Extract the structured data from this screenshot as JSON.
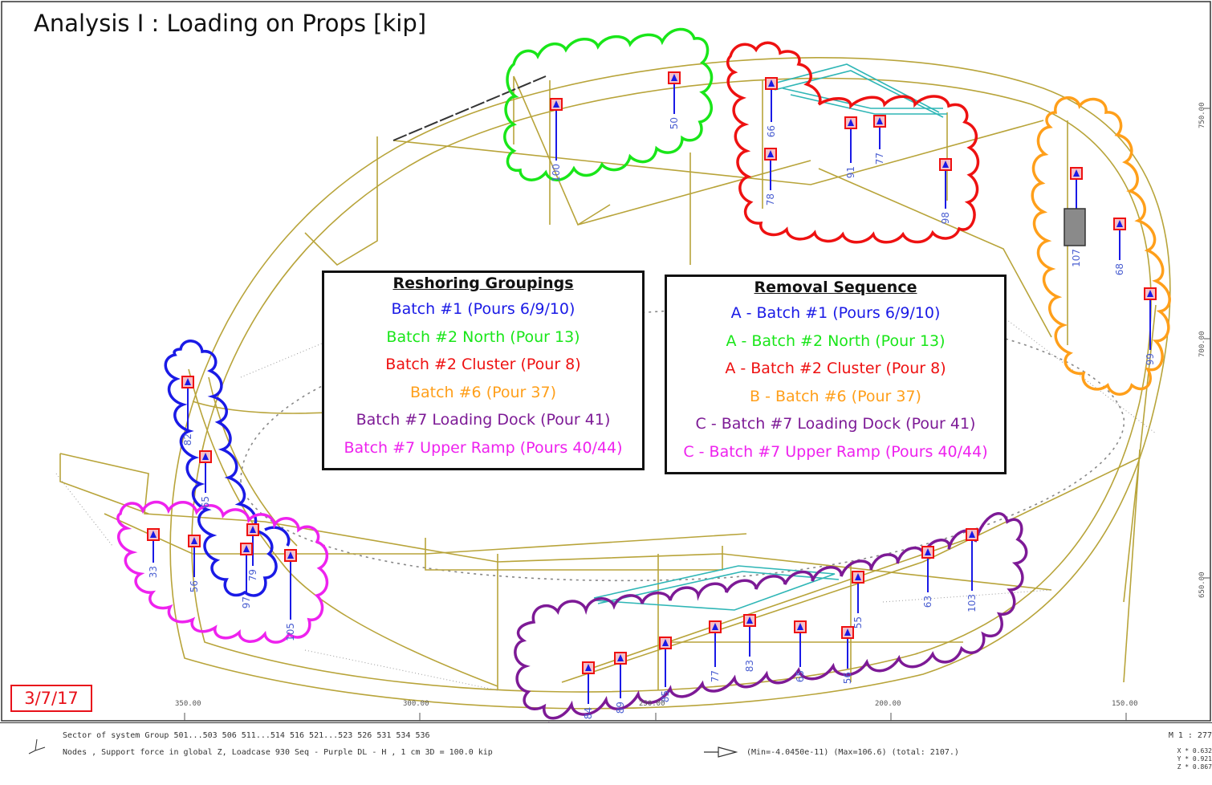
{
  "title": "Analysis I : Loading on Props [kip]",
  "date_stamp": "3/7/17",
  "colors": {
    "structure": "#b8a43a",
    "cyan_beams": "#2fb6b6",
    "blue": "#1a1ae6",
    "green": "#19e619",
    "red": "#ee1111",
    "orange": "#ff9f1a",
    "purple": "#7d1a96",
    "magenta": "#ee22ee",
    "prop_label": "#4b5fd1"
  },
  "reshoring": {
    "heading": "Reshoring Groupings",
    "rows": [
      {
        "text": "Batch #1 (Pours 6/9/10)",
        "color": "#1a1ae6"
      },
      {
        "text": "Batch #2 North (Pour 13)",
        "color": "#19e619"
      },
      {
        "text": "Batch #2 Cluster (Pour 8)",
        "color": "#ee1111"
      },
      {
        "text": "Batch #6 (Pour 37)",
        "color": "#ff9f1a"
      },
      {
        "text": "Batch #7 Loading Dock (Pour 41)",
        "color": "#7d1a96"
      },
      {
        "text": "Batch #7 Upper Ramp (Pours 40/44)",
        "color": "#ee22ee"
      }
    ]
  },
  "removal": {
    "heading": "Removal Sequence",
    "rows": [
      {
        "text": "A - Batch #1 (Pours 6/9/10)",
        "color": "#1a1ae6"
      },
      {
        "text": "A - Batch #2 North (Pour 13)",
        "color": "#19e619"
      },
      {
        "text": "A - Batch #2 Cluster (Pour 8)",
        "color": "#ee1111"
      },
      {
        "text": "B - Batch #6 (Pour 37)",
        "color": "#ff9f1a"
      },
      {
        "text": "C - Batch #7 Loading Dock (Pour 41)",
        "color": "#7d1a96"
      },
      {
        "text": "C - Batch #7 Upper Ramp (Pours 40/44)",
        "color": "#ee22ee"
      }
    ]
  },
  "axis_labels": {
    "bottom": [
      "350.00",
      "300.00",
      "250.00",
      "200.00",
      "150.00"
    ],
    "right": [
      "750.00",
      "700.00",
      "650.00"
    ]
  },
  "props": [
    {
      "value": "100",
      "group": "green"
    },
    {
      "value": "50",
      "group": "green"
    },
    {
      "value": "66",
      "group": "red"
    },
    {
      "value": "91",
      "group": "red"
    },
    {
      "value": "77",
      "group": "red"
    },
    {
      "value": "78",
      "group": "red"
    },
    {
      "value": "98",
      "group": "red"
    },
    {
      "value": "107",
      "group": "orange"
    },
    {
      "value": "68",
      "group": "orange"
    },
    {
      "value": "99",
      "group": "orange"
    },
    {
      "value": "82",
      "group": "blue"
    },
    {
      "value": "65",
      "group": "blue"
    },
    {
      "value": "79",
      "group": "blue"
    },
    {
      "value": "97",
      "group": "blue"
    },
    {
      "value": "33",
      "group": "magenta"
    },
    {
      "value": "56",
      "group": "magenta"
    },
    {
      "value": "105",
      "group": "magenta"
    },
    {
      "value": "84",
      "group": "purple"
    },
    {
      "value": "89",
      "group": "purple"
    },
    {
      "value": "85",
      "group": "purple"
    },
    {
      "value": "77",
      "group": "purple"
    },
    {
      "value": "83",
      "group": "purple"
    },
    {
      "value": "65",
      "group": "purple"
    },
    {
      "value": "56",
      "group": "purple"
    },
    {
      "value": "55",
      "group": "purple"
    },
    {
      "value": "63",
      "group": "purple"
    },
    {
      "value": "103",
      "group": "purple"
    }
  ],
  "status_bar": {
    "line1": "Sector of system Group 501...503 506 511...514 516 521...523 526 531 534 536",
    "line2": "Nodes , Support force in global Z, Loadcase 930 Seq - Purple DL - H    , 1 cm 3D = 100.0 kip",
    "minmax": "(Min=-4.0450e-11) (Max=106.6) (total: 2107.)",
    "scale": "M 1 : 277",
    "coords": [
      "X * 0.632",
      "Y * 0.921",
      "Z * 0.867"
    ]
  }
}
